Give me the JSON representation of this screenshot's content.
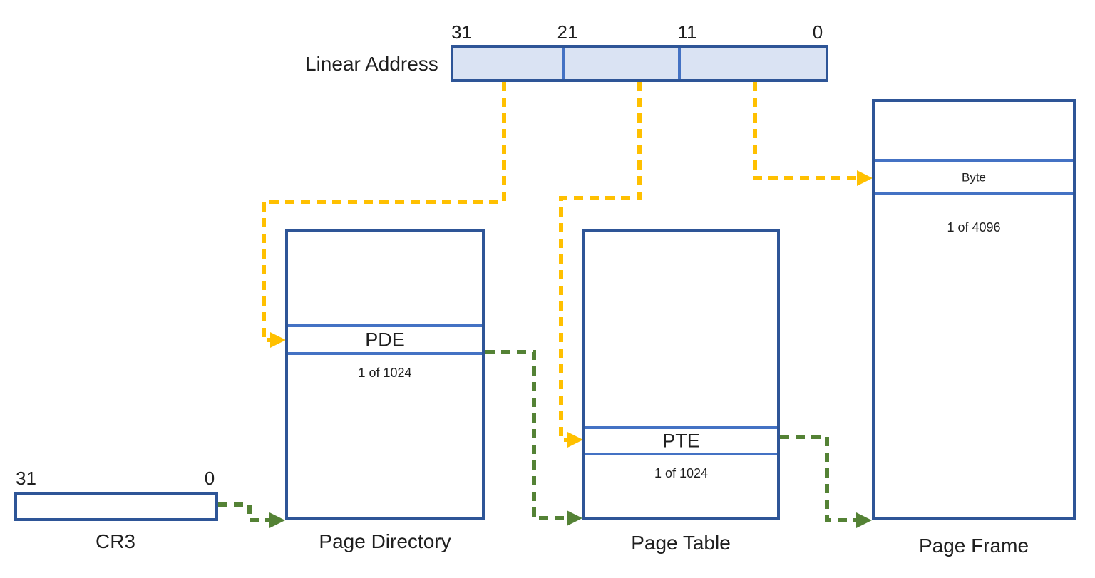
{
  "colors": {
    "box_border": "#2E5597",
    "divider_line": "#4472C4",
    "address_fill": "#DAE3F3",
    "arrow_yellow": "#FFC000",
    "arrow_green": "#548235",
    "text": "#1F1F1F"
  },
  "linear_address": {
    "label": "Linear Address",
    "bit_labels": [
      "31",
      "21",
      "11",
      "0"
    ]
  },
  "cr3": {
    "bit_high": "31",
    "bit_low": "0",
    "label": "CR3"
  },
  "page_directory": {
    "entry": "PDE",
    "count": "1 of 1024",
    "title": "Page Directory"
  },
  "page_table": {
    "entry": "PTE",
    "count": "1 of 1024",
    "title": "Page Table"
  },
  "page_frame": {
    "entry": "Byte",
    "count": "1 of 4096",
    "title": "Page Frame"
  }
}
